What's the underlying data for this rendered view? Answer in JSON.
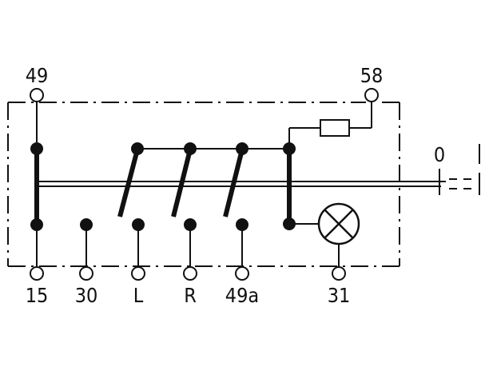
{
  "terminals": {
    "t49": "49",
    "t58": "58",
    "t15": "15",
    "t30": "30",
    "tL": "L",
    "tR": "R",
    "t49a": "49a",
    "t31": "31"
  },
  "position_label": "0",
  "colors": {
    "ink": "#111111",
    "background": "#ffffff"
  },
  "icons": {
    "lamp": "indicator-lamp-icon",
    "resistor": "resistor-icon"
  }
}
